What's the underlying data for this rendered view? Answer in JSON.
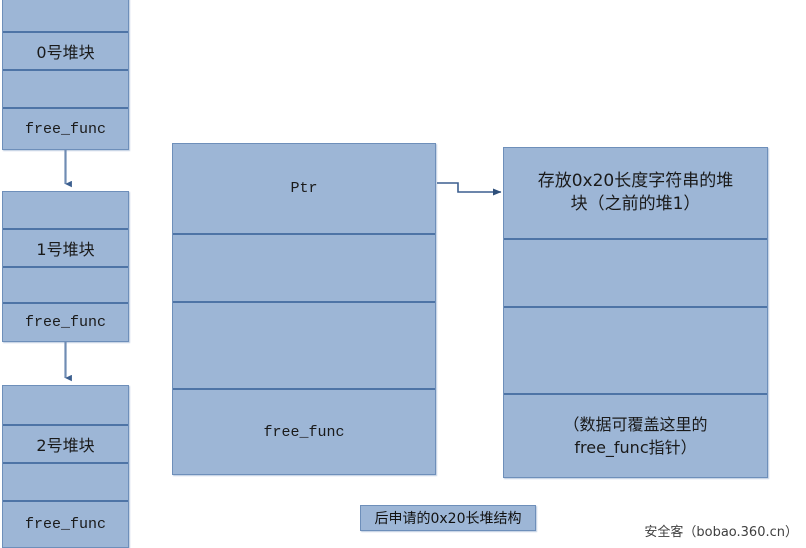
{
  "diagram": {
    "title": "heap chunk free_func overwrite layout",
    "colors": {
      "fill": "#9db6d6",
      "border": "#6e8fba",
      "divider": "#4e74a6",
      "connector": "#3c5f8f",
      "background": "#ffffff",
      "text": "#1a1a1a"
    }
  },
  "heap_chain": {
    "blocks": [
      {
        "id": "heap0",
        "rows": [
          "",
          "0号堆块",
          "",
          "free_func"
        ]
      },
      {
        "id": "heap1",
        "rows": [
          "",
          "1号堆块",
          "",
          "free_func"
        ]
      },
      {
        "id": "heap2",
        "rows": [
          "",
          "2号堆块",
          "",
          "free_func"
        ]
      }
    ],
    "arrows": [
      {
        "from": "heap0",
        "to": "heap1",
        "label": ""
      },
      {
        "from": "heap1",
        "to": "heap2",
        "label": ""
      }
    ]
  },
  "ptr_block": {
    "rows": [
      "Ptr",
      "",
      "",
      "free_func"
    ]
  },
  "string_block": {
    "rows": [
      "存放0x20长度字符串的堆块（之前的堆1）",
      "",
      "",
      "（数据可覆盖这里的free_func指针）"
    ],
    "row0_line1": "存放0x20长度字符串的堆",
    "row0_line2": "块（之前的堆1）",
    "row3_line1": "（数据可覆盖这里的",
    "row3_line2": "free_func指针）"
  },
  "ptr_arrow": {
    "from": "ptr_block.row0",
    "to": "string_block.row0"
  },
  "caption": {
    "text": "后申请的0x20长堆结构"
  },
  "watermark": {
    "text": "安全客（bobao.360.cn）"
  }
}
